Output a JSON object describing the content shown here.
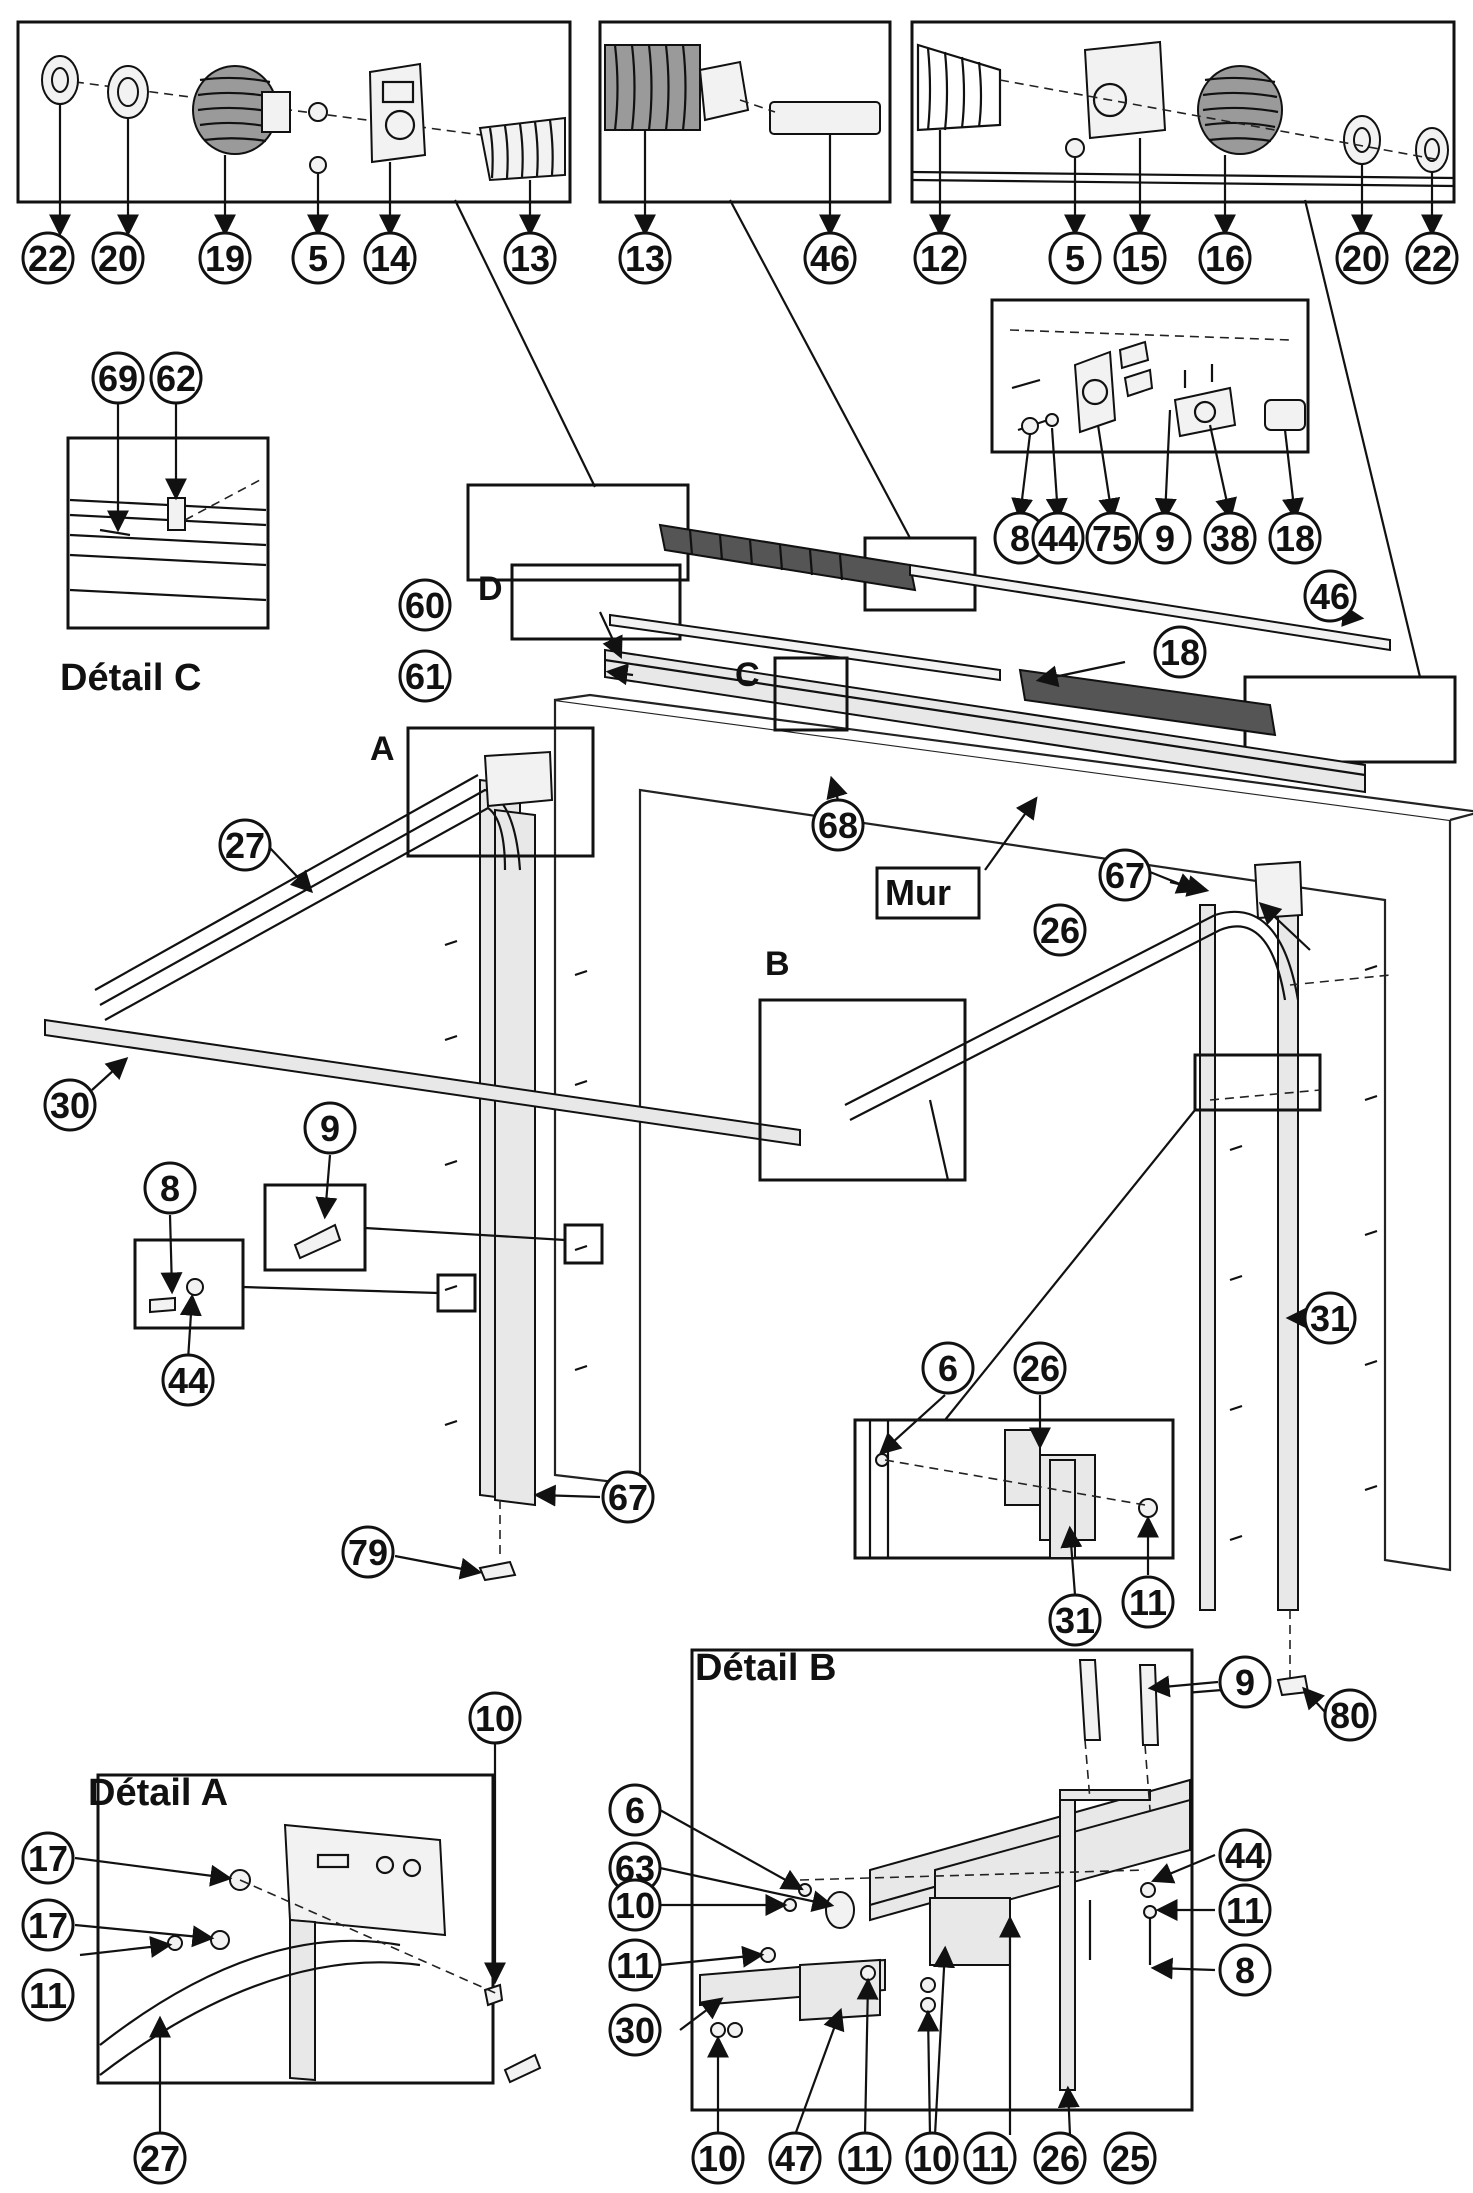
{
  "labels": {
    "detail_a": "Détail A",
    "detail_b": "Détail B",
    "detail_c": "Détail C",
    "letter_a": "A",
    "letter_b": "B",
    "letter_c": "C",
    "letter_d": "D",
    "mur": "Mur"
  },
  "callouts": {
    "top_left": [
      "22",
      "20",
      "19",
      "5",
      "14",
      "13"
    ],
    "top_middle": [
      "13",
      "46"
    ],
    "top_right": [
      "12",
      "5",
      "15",
      "16",
      "20",
      "22"
    ],
    "detail_d": [
      "8",
      "44",
      "75",
      "9",
      "38",
      "18"
    ],
    "detail_c": [
      "69",
      "62"
    ],
    "main": [
      "60",
      "61",
      "46",
      "18",
      "68",
      "27",
      "30",
      "67",
      "26",
      "9",
      "8",
      "44",
      "31",
      "67",
      "79",
      "80",
      "9"
    ],
    "joint": [
      "6",
      "26",
      "31",
      "11"
    ],
    "detail_a": [
      "10",
      "17",
      "17",
      "11",
      "27"
    ],
    "detail_b_left": [
      "6",
      "63",
      "10",
      "11",
      "30"
    ],
    "detail_b_right": [
      "44",
      "11",
      "8"
    ],
    "detail_b_bottom": [
      "10",
      "47",
      "11",
      "10",
      "11",
      "26",
      "25"
    ]
  },
  "colors": {
    "line": "#111111",
    "part_fill": "#f2f2f2",
    "spring": "#555555"
  }
}
